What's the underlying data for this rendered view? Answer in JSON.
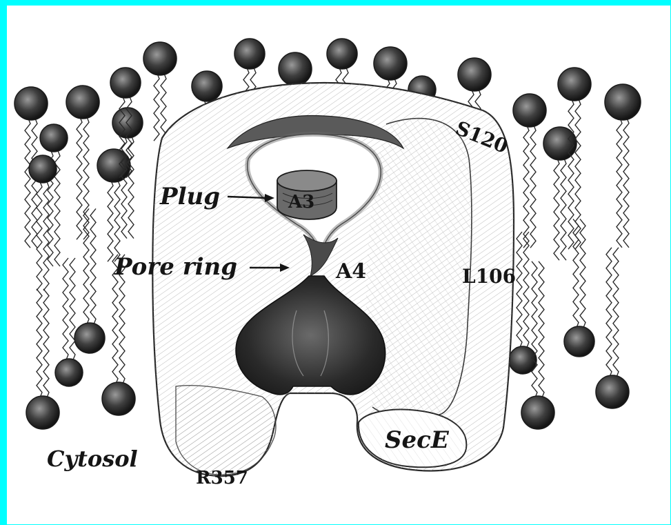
{
  "labels": {
    "plug": "Plug",
    "a3": "A3",
    "pore_ring": "Pore ring",
    "a4": "A4",
    "s120": "S120",
    "l106": "L106",
    "sece": "SecE",
    "cytosol": "Cytosol",
    "r357": "R357"
  },
  "colors": {
    "border": "#00FFFF",
    "background": "#FFFFFF",
    "ink": "#151515",
    "lipid_head": "#3A3A3A"
  }
}
